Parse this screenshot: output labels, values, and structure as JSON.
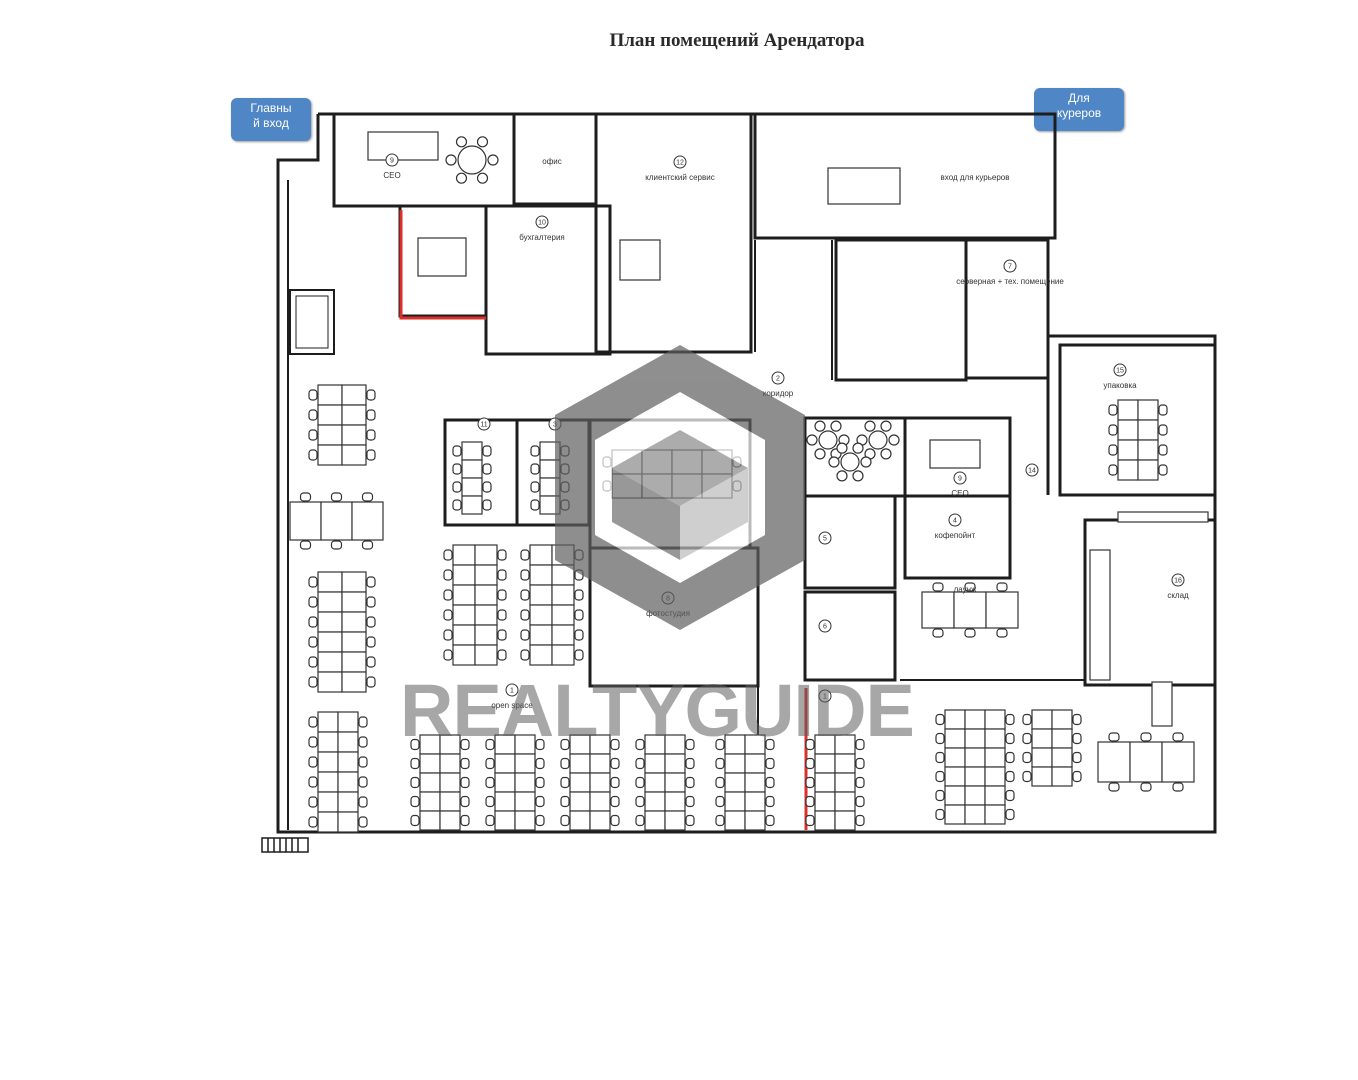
{
  "title": "План помещений Арендатора",
  "callouts": {
    "main_entrance": [
      "Главны",
      "й вход"
    ],
    "couriers": [
      "Для",
      "куреров"
    ]
  },
  "rooms": [
    {
      "id": "ceo-top",
      "label": "CEO",
      "number": "9"
    },
    {
      "id": "office-small",
      "label": "офис",
      "number": ""
    },
    {
      "id": "customer-service",
      "label": "клиентский сервис",
      "number": "12"
    },
    {
      "id": "courier-entrance",
      "label": "вход для курьеров",
      "number": ""
    },
    {
      "id": "accounting",
      "label": "бухгалтерия",
      "number": "10"
    },
    {
      "id": "server",
      "label": "серверная + тех. помещение",
      "number": "7"
    },
    {
      "id": "corridor",
      "label": "коридор",
      "number": "2"
    },
    {
      "id": "meeting-1",
      "label": "",
      "number": "11"
    },
    {
      "id": "meeting-2",
      "label": "",
      "number": "3"
    },
    {
      "id": "ceo-right",
      "label": "CEO",
      "number": "9"
    },
    {
      "id": "kitchen",
      "label": "кофепойнт",
      "number": "4"
    },
    {
      "id": "wc-1",
      "label": "",
      "number": "5"
    },
    {
      "id": "wc-2",
      "label": "",
      "number": "6"
    },
    {
      "id": "photo",
      "label": "фотостудия",
      "number": "8"
    },
    {
      "id": "lounge",
      "label": "лаунж",
      "number": ""
    },
    {
      "id": "open-space",
      "label": "open space",
      "number": "1"
    },
    {
      "id": "open-space-2",
      "label": "",
      "number": "1"
    },
    {
      "id": "packing",
      "label": "упаковка",
      "number": "15"
    },
    {
      "id": "warehouse",
      "label": "склад",
      "number": "16"
    },
    {
      "id": "hall",
      "label": "",
      "number": "14"
    }
  ],
  "watermark": "REALTYGUIDE",
  "colors": {
    "wall": "#1d1d1d",
    "callout": "#4f86c6",
    "highlight": "#d9302a",
    "watermark": "#6a6a6a"
  }
}
